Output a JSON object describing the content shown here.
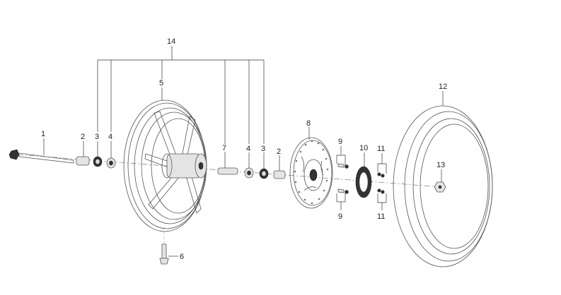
{
  "callouts": {
    "axle": "1",
    "spacer_left": "2",
    "seal_left": "3",
    "bearing_left": "4",
    "wheel_rim": "5",
    "valve": "6",
    "distance_collar": "7",
    "brake_disc": "8",
    "disc_bolt_top": "9",
    "disc_bolt_bottom": "9",
    "speedo_ring": "10",
    "bolt_top": "11",
    "bolt_bottom": "11",
    "tire": "12",
    "axle_nut": "13",
    "wheel_assembly": "14",
    "bearing_right": "4",
    "seal_right": "3",
    "spacer_right": "2"
  }
}
